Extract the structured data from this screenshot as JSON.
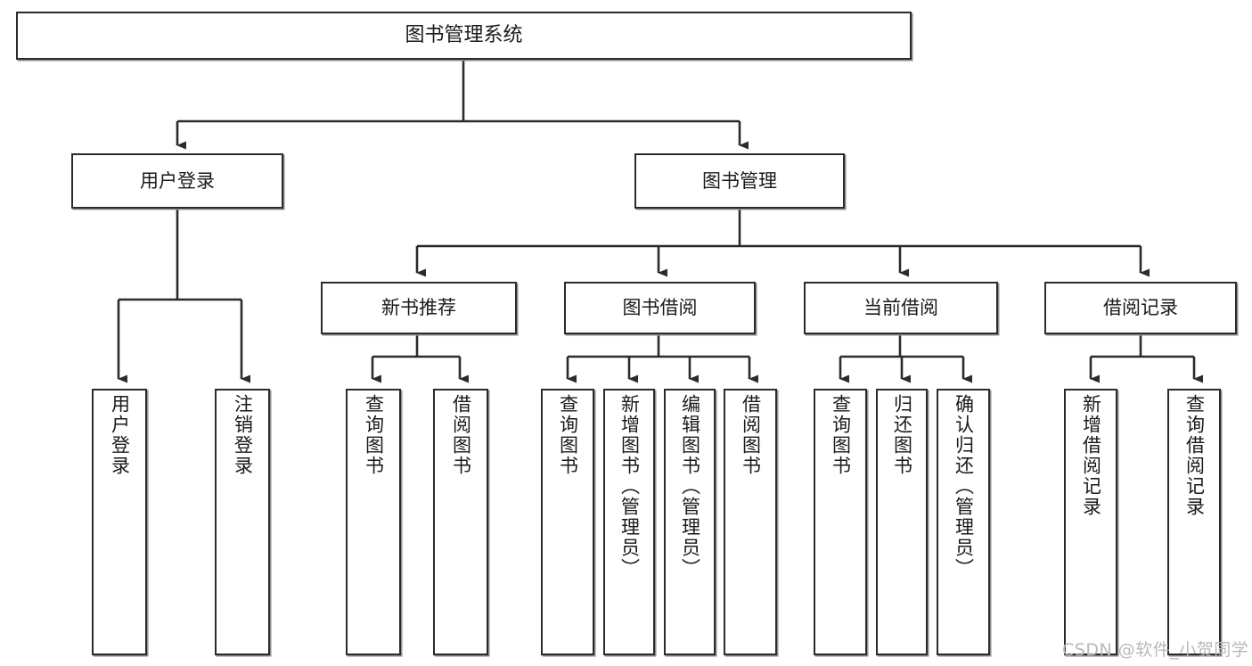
{
  "diagram": {
    "title": "图书管理系统",
    "type": "tree-hierarchy-diagram",
    "colors": {
      "box_border": "#2b2b2b",
      "box_fill": "#ffffff",
      "connector": "#2b2b2b",
      "shadow": "#8f8f8f",
      "text": "#1a1a1a",
      "watermark": "#b9b9b9",
      "background": "#ffffff"
    },
    "nodes": {
      "root": {
        "label": "图书管理系统"
      },
      "level1": [
        {
          "label": "用户登录"
        },
        {
          "label": "图书管理"
        }
      ],
      "level2": [
        {
          "label": "新书推荐"
        },
        {
          "label": "图书借阅"
        },
        {
          "label": "当前借阅"
        },
        {
          "label": "借阅记录"
        }
      ],
      "leaves_user_login": [
        {
          "label": "用户登录"
        },
        {
          "label": "注销登录"
        }
      ],
      "leaves_new_book": [
        {
          "label": "查询图书"
        },
        {
          "label": "借阅图书"
        }
      ],
      "leaves_borrow": [
        {
          "label": "查询图书"
        },
        {
          "label": "新增图书（管理员）"
        },
        {
          "label": "编辑图书（管理员）"
        },
        {
          "label": "借阅图书"
        }
      ],
      "leaves_current": [
        {
          "label": "查询图书"
        },
        {
          "label": "归还图书"
        },
        {
          "label": "确认归还（管理员）"
        }
      ],
      "leaves_records": [
        {
          "label": "新增借阅记录"
        },
        {
          "label": "查询借阅记录"
        }
      ]
    },
    "watermark": "CSDN @软件_小贺同学"
  }
}
